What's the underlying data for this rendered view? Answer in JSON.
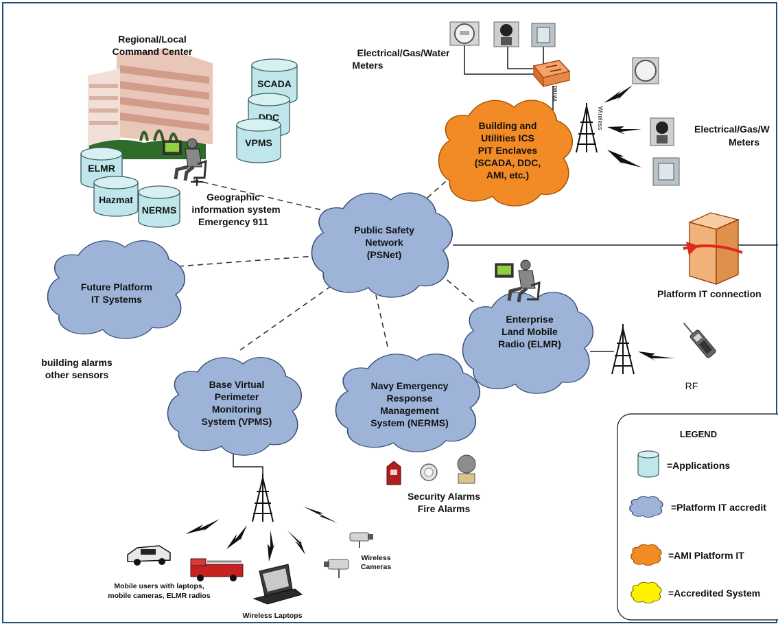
{
  "colors": {
    "frame": "#1f4e79",
    "cloud_blue": "#9db4d8",
    "cloud_blue_stroke": "#3b4f7a",
    "cloud_orange": "#f28a25",
    "cloud_orange_stroke": "#a35300",
    "cloud_yellow": "#fff200",
    "cylinder": "#bfe6ea",
    "cylinder_stroke": "#3d5d60",
    "firewall": "#f1b27a"
  },
  "command_center": {
    "title_line1": "Regional/Local",
    "title_line2": "Command Center"
  },
  "applications": [
    "SCADA",
    "DDC",
    "VPMS",
    "ELMR",
    "Hazmat",
    "NERMS"
  ],
  "gis_label": [
    "Geographic",
    "information system",
    "Emergency 911"
  ],
  "meters_top_label": [
    "Electrical/Gas/Water",
    "Meters"
  ],
  "meters_right_label": [
    "Electrical/Gas/W",
    "Meters"
  ],
  "link_labels": {
    "wired": "Wired",
    "wireless": "Wireless"
  },
  "clouds": {
    "ics": [
      "Building and",
      "Utilities ICS",
      "PIT Enclaves",
      "(SCADA, DDC,",
      "AMI,  etc.)"
    ],
    "psnet": [
      "Public Safety",
      "Network",
      "(PSNet)"
    ],
    "future": [
      "Future Platform",
      "IT Systems"
    ],
    "elmr": [
      "Enterprise",
      "Land Mobile",
      "Radio (ELMR)"
    ],
    "vpms": [
      "Base Virtual",
      "Perimeter",
      "Monitoring",
      "System (VPMS)"
    ],
    "nerms": [
      "Navy Emergency",
      "Response",
      "Management",
      "System (NERMS)"
    ]
  },
  "platform_it_label": "Platform IT connection",
  "rf_label": "RF",
  "building_alarms_label": [
    "building alarms",
    "other sensors"
  ],
  "security_label": [
    "Security Alarms",
    "Fire Alarms"
  ],
  "wireless_cameras_label": [
    "Wireless",
    "Cameras"
  ],
  "mobile_users_label": [
    "Mobile users with laptops,",
    "mobile cameras, ELMR radios"
  ],
  "wireless_laptops_label": "Wireless Laptops",
  "legend": {
    "title": "LEGEND",
    "items": [
      {
        "symbol": "cylinder",
        "label": "=Applications"
      },
      {
        "symbol": "cloud-blue",
        "label": "=Platform IT accredit"
      },
      {
        "symbol": "cloud-orange",
        "label": "=AMI Platform IT"
      },
      {
        "symbol": "cloud-yellow",
        "label": "=Accredited System"
      }
    ]
  }
}
